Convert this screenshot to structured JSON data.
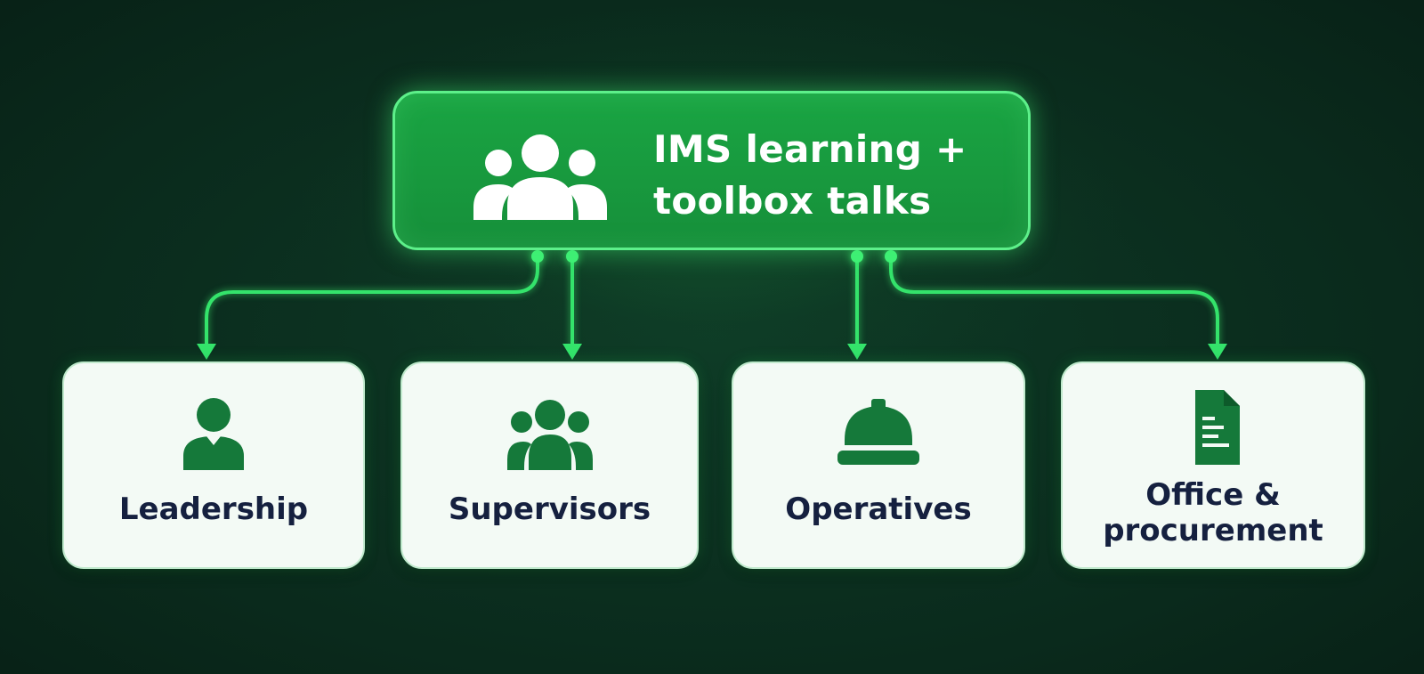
{
  "root": {
    "title": "IMS learning +\ntoolbox talks",
    "icon": "group-icon"
  },
  "audiences": [
    {
      "label": "Leadership",
      "icon": "person-icon"
    },
    {
      "label": "Supervisors",
      "icon": "group-icon"
    },
    {
      "label": "Operatives",
      "icon": "hard-hat-icon"
    },
    {
      "label": "Office &\nprocurement",
      "icon": "document-icon"
    }
  ],
  "colors": {
    "background": "#0a2a1c",
    "root_fill": "#1aa543",
    "root_border": "#5df08a",
    "connector": "#34e36b",
    "card_fill": "#f3faf5",
    "icon_green": "#15793a",
    "label_navy": "#15203f"
  }
}
